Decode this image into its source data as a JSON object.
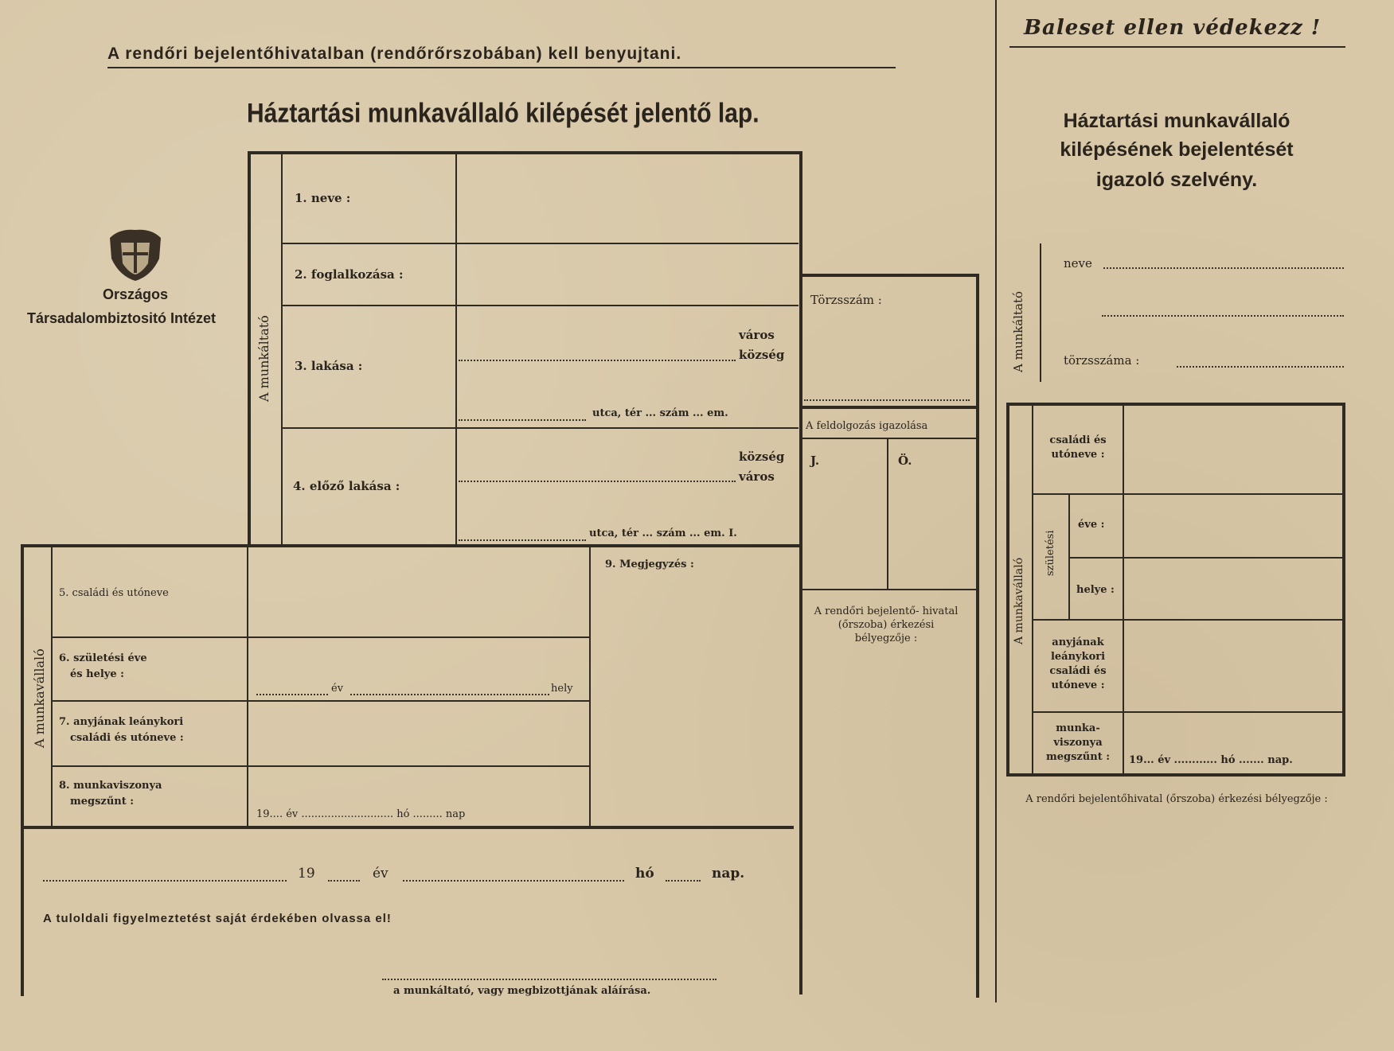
{
  "header": {
    "instruction": "A rendőri bejelentőhivatalban (rendőrőrszobában) kell benyujtani.",
    "title": "Háztartási munkavállaló kilépését jelentő lap."
  },
  "logo": {
    "icon": "coat-of-arms-icon",
    "org_line1": "Országos",
    "org_line2": "Társadalombiztositó Intézet"
  },
  "employer_section": {
    "side_label": "A munkáltató",
    "field1": "1. neve :",
    "field2": "2. foglalkozása :",
    "field3": "3. lakása :",
    "field4": "4. előző lakása :",
    "varos": "város",
    "kozseg": "község",
    "street_line": "utca, tér ... szám ... em.",
    "kozseg2": "község",
    "varos2": "város",
    "street_line2": "utca, tér ... szám ... em. I."
  },
  "registry_box": {
    "torzsszam": "Törzsszám :",
    "feldolgozas": "A feldolgozás igazolása",
    "j": "J.",
    "o": "Ö.",
    "police_stamp": "A rendőri bejelentő- hivatal (őrszoba) érkezési bélyegzője :"
  },
  "employee_section": {
    "side_label": "A munkavállaló",
    "field5": "5. családi és utóneve",
    "field6a": "6. születési éve",
    "field6b": "és helye :",
    "ev": "év",
    "hely": "hely",
    "field7a": "7. anyjának leánykori",
    "field7b": "családi és utóneve :",
    "field8a": "8. munkaviszonya",
    "field8b": "megszűnt :",
    "date_line": "19.... év ............................ hó ......... nap",
    "field9": "9. Megjegyzés :"
  },
  "footer": {
    "date_19": "19",
    "ev": "év",
    "ho": "hó",
    "nap": "nap.",
    "warning": "A tuloldali figyelmeztetést saját érdekében olvassa el!",
    "signature": "a munkáltató, vagy megbizottjának aláírása."
  },
  "stub": {
    "slogan": "Baleset ellen védekezz !",
    "title1": "Háztartási munkavállaló",
    "title2": "kilépésének bejelentését",
    "title3": "igazoló szelvény.",
    "employer_label": "A munkáltató",
    "neve": "neve",
    "torzsszama": "törzsszáma :",
    "employee_label": "A munkavállaló",
    "szuletes_label": "születési",
    "csaladi1": "családi és",
    "csaladi2": "utóneve :",
    "eve": "éve :",
    "helye": "helye :",
    "anyja1": "anyjának",
    "anyja2": "leánykori",
    "anyja3": "családi és",
    "anyja4": "utóneve :",
    "munka1": "munka-",
    "munka2": "viszonya",
    "munka3": "megszűnt :",
    "date_line": "19... év ............ hó ....... nap.",
    "stamp": "A rendőri bejelentőhivatal (őrszoba) érkezési bélyegzője :"
  }
}
